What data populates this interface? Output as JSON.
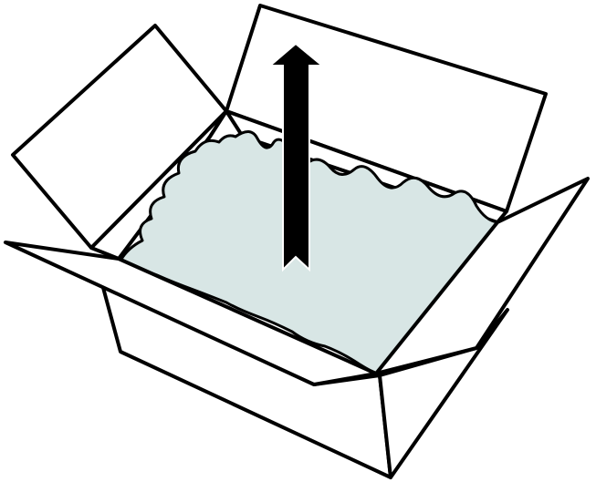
{
  "illustration": {
    "subject": "open-box-unpacking",
    "colors": {
      "outline": "#000000",
      "box": "#ffffff",
      "contents": "#d8e6e5",
      "arrow": "#000000"
    },
    "parts": {
      "box": "open-cardboard-box",
      "contents": "wrapped-item",
      "arrow": "lift-up-arrow-icon"
    }
  }
}
